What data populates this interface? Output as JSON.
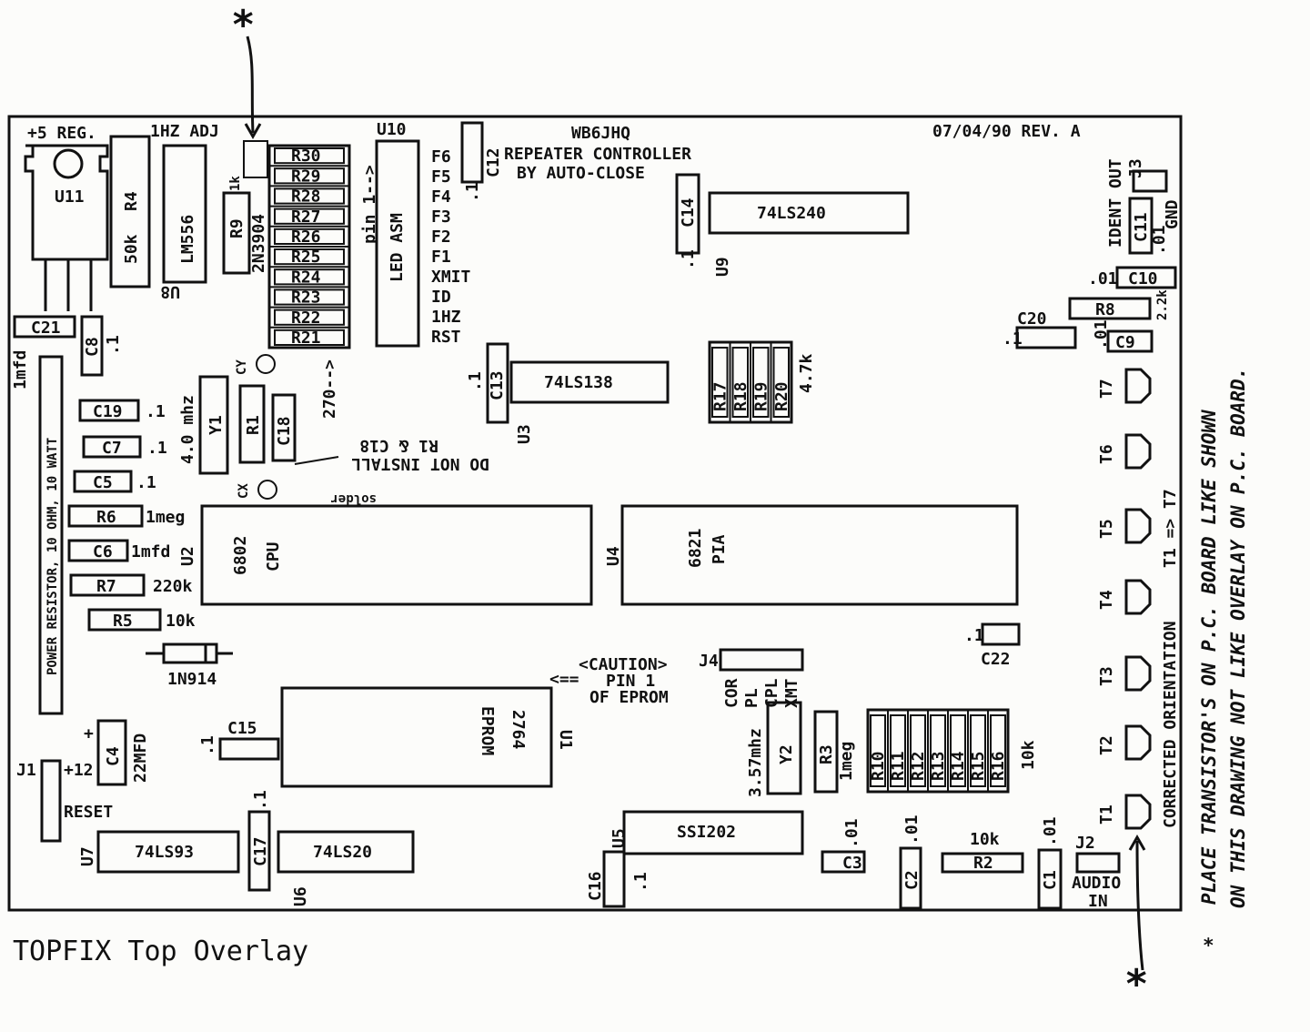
{
  "header": {
    "callsign": "WB6JHQ",
    "product_line1": "REPEATER CONTROLLER",
    "product_line2": "BY AUTO-CLOSE",
    "revision": "07/04/90 REV. A"
  },
  "caption": "TOPFIX Top Overlay",
  "regulator": {
    "title": "+5 REG.",
    "ref": "U11"
  },
  "trim": {
    "label": "1HZ ADJ",
    "ref": "R4",
    "value": "50k"
  },
  "ics": {
    "lm556": {
      "ref": "U8",
      "part": "LM556"
    },
    "led_asm": {
      "ref": "U10",
      "part": "LED ASM",
      "pin_note": "pin 1-->"
    },
    "ls240": {
      "ref": "U9",
      "part": "74LS240"
    },
    "ls138": {
      "ref": "U3",
      "part": "74LS138"
    },
    "cpu": {
      "ref": "U2",
      "part": "6802",
      "name": "CPU"
    },
    "pia": {
      "ref": "U4",
      "part": "6821",
      "name": "PIA"
    },
    "eprom": {
      "ref": "U1",
      "part": "2764",
      "name": "EPROM"
    },
    "ssi": {
      "ref": "U5",
      "part": "SSI202"
    },
    "ls93": {
      "ref": "U7",
      "part": "74LS93"
    },
    "ls20": {
      "ref": "U6",
      "part": "74LS20"
    }
  },
  "transistor": {
    "ref_label": "2N3904",
    "value": "1k"
  },
  "resistor_array_top": [
    "R30",
    "R29",
    "R28",
    "R27",
    "R26",
    "R25",
    "R24",
    "R23",
    "R22",
    "R21"
  ],
  "array_top_value": "270-->",
  "resistor_array_mid": [
    "R17",
    "R18",
    "R19",
    "R20"
  ],
  "array_mid_value": "4.7k",
  "resistor_array_bot": [
    "R10",
    "R11",
    "R12",
    "R13",
    "R14",
    "R15",
    "R16"
  ],
  "array_bot_value": "10k",
  "led_labels": [
    "F6",
    "F5",
    "F4",
    "F3",
    "F2",
    "F1",
    "XMIT",
    "ID",
    "1HZ",
    "RST"
  ],
  "left_parts": {
    "c21": "C21",
    "c21_value": "1mfd",
    "c8": "C8",
    "c8_value": ".1",
    "c19": "C19",
    "c19_value": ".1",
    "c7": "C7",
    "c7_value": ".1",
    "c5": "C5",
    "c5_value": ".1",
    "r6": "R6",
    "r6_value": "1meg",
    "c6": "C6",
    "c6_value": "1mfd",
    "r7": "R7",
    "r7_value": "220k",
    "r5": "R5",
    "r5_value": "10k",
    "diode": "1N914",
    "power_resistor": "POWER RESISTOR, 10 OHM, 10 WATT",
    "c4": "C4",
    "c4_value": "22MFD",
    "c15": "C15",
    "c15_value": ".1",
    "j1": "J1",
    "j1_note": "+12",
    "reset": "RESET",
    "c17": "C17",
    "c17_value": ".1"
  },
  "crystal": {
    "y1": "Y1",
    "y1_value": "4.0 mhz",
    "r1": "R1",
    "c18": "C18",
    "cx": "CX",
    "cy": "CY",
    "solder": "solder"
  },
  "dni_note": [
    "DO NOT INSTALL",
    "R1 & C18"
  ],
  "caution": {
    "line1": "<CAUTION>",
    "line2": "PIN 1",
    "line3": "OF EPROM",
    "arrow": "<=="
  },
  "j4": {
    "ref": "J4",
    "pins": [
      "COR",
      "PL",
      "CPL",
      "XMT"
    ]
  },
  "y2": {
    "ref": "Y2",
    "value": "3.57mhz"
  },
  "r3": {
    "ref": "R3",
    "value": "1meg"
  },
  "caps_top": {
    "c12": "C12",
    "c12_value": ".1",
    "c14": "C14",
    "c14_value": ".1",
    "c13": "C13",
    "c13_value": ".1",
    "c16": "C16",
    "c16_value": ".1",
    "c22": "C22",
    "c22_value": ".1"
  },
  "bottom_parts": {
    "c3": "C3",
    "c3_value": ".01",
    "c2": "C2",
    "c2_value": ".01",
    "r2": "R2",
    "r2_value": "10k",
    "c1": "C1",
    "c1_value": ".01",
    "j2": "J2",
    "audio": "AUDIO",
    "in": "IN"
  },
  "right_parts": {
    "j3": "J3",
    "ident_out": "IDENT OUT",
    "gnd": "GND",
    "c11": "C11",
    "c11_value": ".01",
    "c10": "C10",
    "c10_value": ".01",
    "r8": "R8",
    "r8_value": "2.2k",
    "c20": "C20",
    "c20_value": ".1",
    "c9": "C9",
    "c9_value": ".01"
  },
  "transistors_right": [
    "T7",
    "T6",
    "T5",
    "T4",
    "T3",
    "T2",
    "T1"
  ],
  "orientation_note": "CORRECTED ORIENTATION",
  "orientation_range": "T1 => T7",
  "handwritten": {
    "line1": "PLACE TRANSISTOR'S ON P.C. BOARD LIKE SHOWN",
    "line2": "ON THIS DRAWING NOT LIKE OVERLAY ON P.C. BOARD.",
    "star": "*"
  }
}
